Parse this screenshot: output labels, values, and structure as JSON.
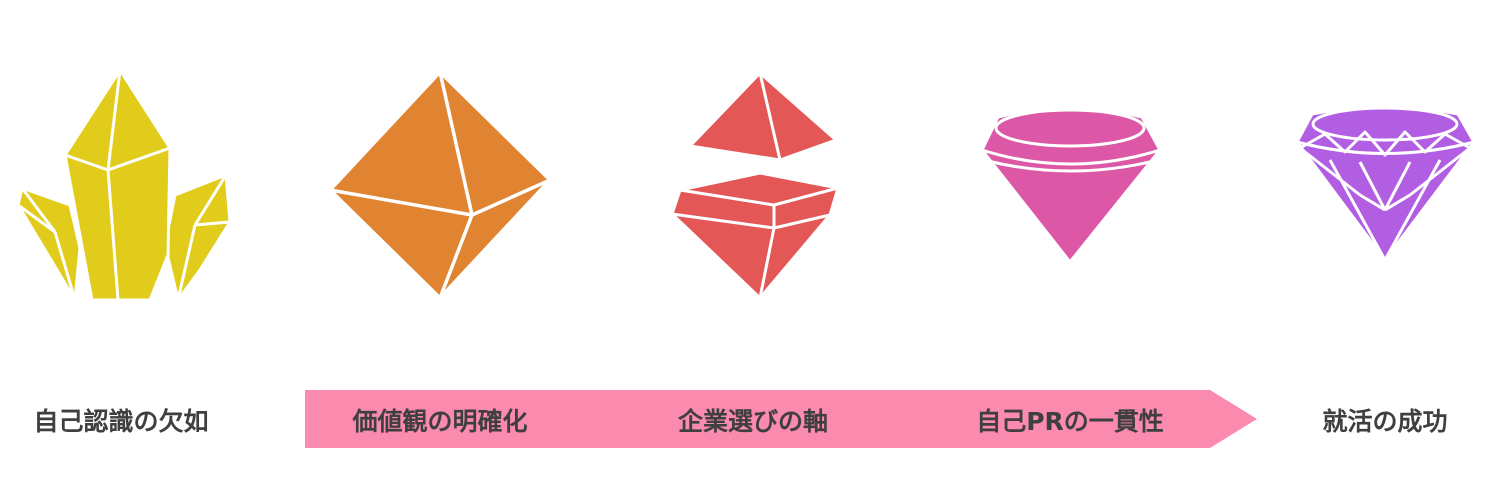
{
  "colors": {
    "stage1": "#E2CC1B",
    "stage2": "#E08432",
    "stage3": "#E35757",
    "stage4": "#DC58A6",
    "stage5": "#B25EE2",
    "arrow": "#FA8AAE",
    "text": "#3F3F3F"
  },
  "stages": [
    {
      "label": "自己認識の欠如",
      "icon": "rough-crystal-cluster-icon"
    },
    {
      "label": "価値観の明確化",
      "icon": "octahedron-crystal-icon"
    },
    {
      "label": "企業選びの軸",
      "icon": "split-gem-icon"
    },
    {
      "label": "自己PRの一貫性",
      "icon": "polished-gem-icon"
    },
    {
      "label": "就活の成功",
      "icon": "brilliant-cut-diamond-icon"
    }
  ]
}
